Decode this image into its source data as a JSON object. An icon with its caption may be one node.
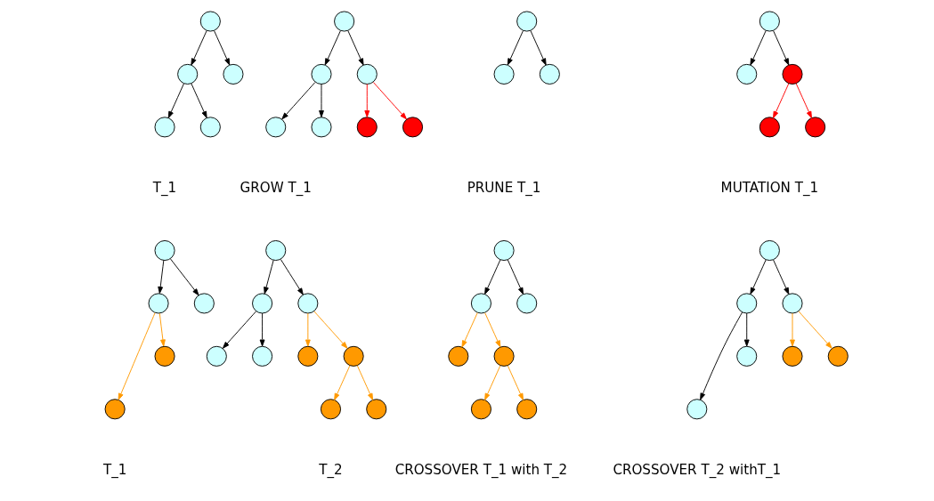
{
  "diagram": {
    "nodes": [
      {
        "text": [],
        "shape": "circle"
      },
      {
        "text": [],
        "shape": "circle"
      },
      {
        "text": [],
        "shape": "circle"
      },
      {
        "text": [],
        "shape": "circle"
      },
      {
        "text": [],
        "shape": "circle"
      },
      {
        "text": [],
        "shape": "circle"
      },
      {
        "text": [],
        "shape": "circle"
      },
      {
        "text": [],
        "shape": "circle"
      },
      {
        "text": [],
        "shape": "circle"
      },
      {
        "text": [],
        "shape": "circle"
      },
      {
        "text": [],
        "shape": "circle"
      },
      {
        "text": [],
        "shape": "circle"
      },
      {
        "text": [],
        "shape": "circle"
      },
      {
        "text": [],
        "shape": "circle"
      },
      {
        "text": [],
        "shape": "circle"
      },
      {
        "text": [],
        "shape": "circle"
      },
      {
        "text": [],
        "shape": "circle"
      },
      {
        "text": [],
        "shape": "circle"
      },
      {
        "text": [],
        "shape": "circle"
      },
      {
        "text": [],
        "shape": "circle"
      },
      {
        "text": [],
        "shape": "circle"
      },
      {
        "text": [],
        "shape": "circle"
      },
      {
        "text": [],
        "shape": "circle"
      },
      {
        "text": [],
        "shape": "circle"
      },
      {
        "text": [],
        "shape": "circle"
      },
      {
        "text": [],
        "shape": "circle"
      },
      {
        "text": [],
        "shape": "circle"
      },
      {
        "text": [],
        "shape": "circle"
      },
      {
        "text": [],
        "shape": "circle"
      },
      {
        "text": [],
        "shape": "circle"
      },
      {
        "text": [],
        "shape": "circle"
      },
      {
        "text": [],
        "shape": "circle"
      },
      {
        "text": [],
        "shape": "circle"
      },
      {
        "text": [],
        "shape": "circle"
      },
      {
        "text": [],
        "shape": "circle"
      },
      {
        "text": [],
        "shape": "circle"
      },
      {
        "text": [],
        "shape": "circle"
      },
      {
        "text": [],
        "shape": "circle"
      },
      {
        "text": [],
        "shape": "circle"
      },
      {
        "text": [],
        "shape": "circle"
      },
      {
        "text": [],
        "shape": "circle"
      },
      {
        "text": [],
        "shape": "circle"
      },
      {
        "text": [],
        "shape": "circle"
      },
      {
        "text": [],
        "shape": "circle"
      },
      {
        "text": [],
        "shape": "circle"
      },
      {
        "text": [],
        "shape": "circle"
      },
      {
        "text": [],
        "shape": "circle"
      },
      {
        "text": [],
        "shape": "circle"
      }
    ],
    "edges": [
      {
        "from": 0,
        "to": 1,
        "arrow": "to"
      },
      {
        "from": 0,
        "to": 2,
        "arrow": "to"
      },
      {
        "from": 1,
        "to": 3,
        "arrow": "to"
      },
      {
        "from": 1,
        "to": 4,
        "arrow": "to"
      },
      {
        "from": 5,
        "to": 6,
        "arrow": "to"
      },
      {
        "from": 5,
        "to": 7,
        "arrow": "to"
      },
      {
        "from": 6,
        "to": 8,
        "arrow": "to"
      },
      {
        "from": 6,
        "to": 9,
        "arrow": "to"
      },
      {
        "from": 7,
        "to": 10,
        "arrow": "to",
        "color": "#ff0000"
      },
      {
        "from": 7,
        "to": 11,
        "arrow": "to",
        "color": "#ff0000"
      },
      {
        "from": 12,
        "to": 13,
        "arrow": "to"
      },
      {
        "from": 12,
        "to": 14,
        "arrow": "to"
      },
      {
        "from": 15,
        "to": 16,
        "arrow": "to"
      },
      {
        "from": 15,
        "to": 17,
        "arrow": "to"
      },
      {
        "from": 17,
        "to": 18,
        "arrow": "to",
        "color": "#ff0000"
      },
      {
        "from": 17,
        "to": 19,
        "arrow": "to",
        "color": "#ff0000"
      },
      {
        "from": 20,
        "to": 21,
        "arrow": "to"
      },
      {
        "from": 20,
        "to": 22,
        "arrow": "to"
      },
      {
        "from": 21,
        "to": 23,
        "arrow": "to",
        "color": "#ff9900"
      },
      {
        "from": 21,
        "to": 24,
        "arrow": "to",
        "color": "#ff9900"
      },
      {
        "from": 25,
        "to": 26,
        "arrow": "to"
      },
      {
        "from": 25,
        "to": 27,
        "arrow": "to"
      },
      {
        "from": 26,
        "to": 28,
        "arrow": "to"
      },
      {
        "from": 26,
        "to": 29,
        "arrow": "to"
      },
      {
        "from": 27,
        "to": 30,
        "arrow": "to",
        "color": "#ff9900"
      },
      {
        "from": 27,
        "to": 31,
        "arrow": "to",
        "color": "#ff9900"
      },
      {
        "from": 31,
        "to": 32,
        "arrow": "to",
        "color": "#ff9900"
      },
      {
        "from": 31,
        "to": 33,
        "arrow": "to",
        "color": "#ff9900"
      },
      {
        "from": 34,
        "to": 35,
        "arrow": "to"
      },
      {
        "from": 34,
        "to": 36,
        "arrow": "to"
      },
      {
        "from": 35,
        "to": 37,
        "arrow": "to",
        "color": "#ff9900"
      },
      {
        "from": 35,
        "to": 38,
        "arrow": "to",
        "color": "#ff9900"
      },
      {
        "from": 38,
        "to": 39,
        "arrow": "to",
        "color": "#ff9900"
      },
      {
        "from": 38,
        "to": 40,
        "arrow": "to",
        "color": "#ff9900"
      },
      {
        "from": 41,
        "to": 42,
        "arrow": "to"
      },
      {
        "from": 41,
        "to": 43,
        "arrow": "to"
      },
      {
        "from": 42,
        "to": 44,
        "arrow": "to"
      },
      {
        "from": 42,
        "to": 45,
        "arrow": "to"
      },
      {
        "from": 43,
        "to": 46,
        "arrow": "to",
        "color": "#ff9900"
      },
      {
        "from": 43,
        "to": 47,
        "arrow": "to",
        "color": "#ff9900"
      }
    ],
    "labels": [
      "T_1",
      "GROW T_1",
      "PRUNE T_1",
      "MUTATION T_1",
      "T_1",
      "T_2",
      "CROSSOVER T_1 with T_2",
      "CROSSOVER T_2 withT_1"
    ]
  }
}
